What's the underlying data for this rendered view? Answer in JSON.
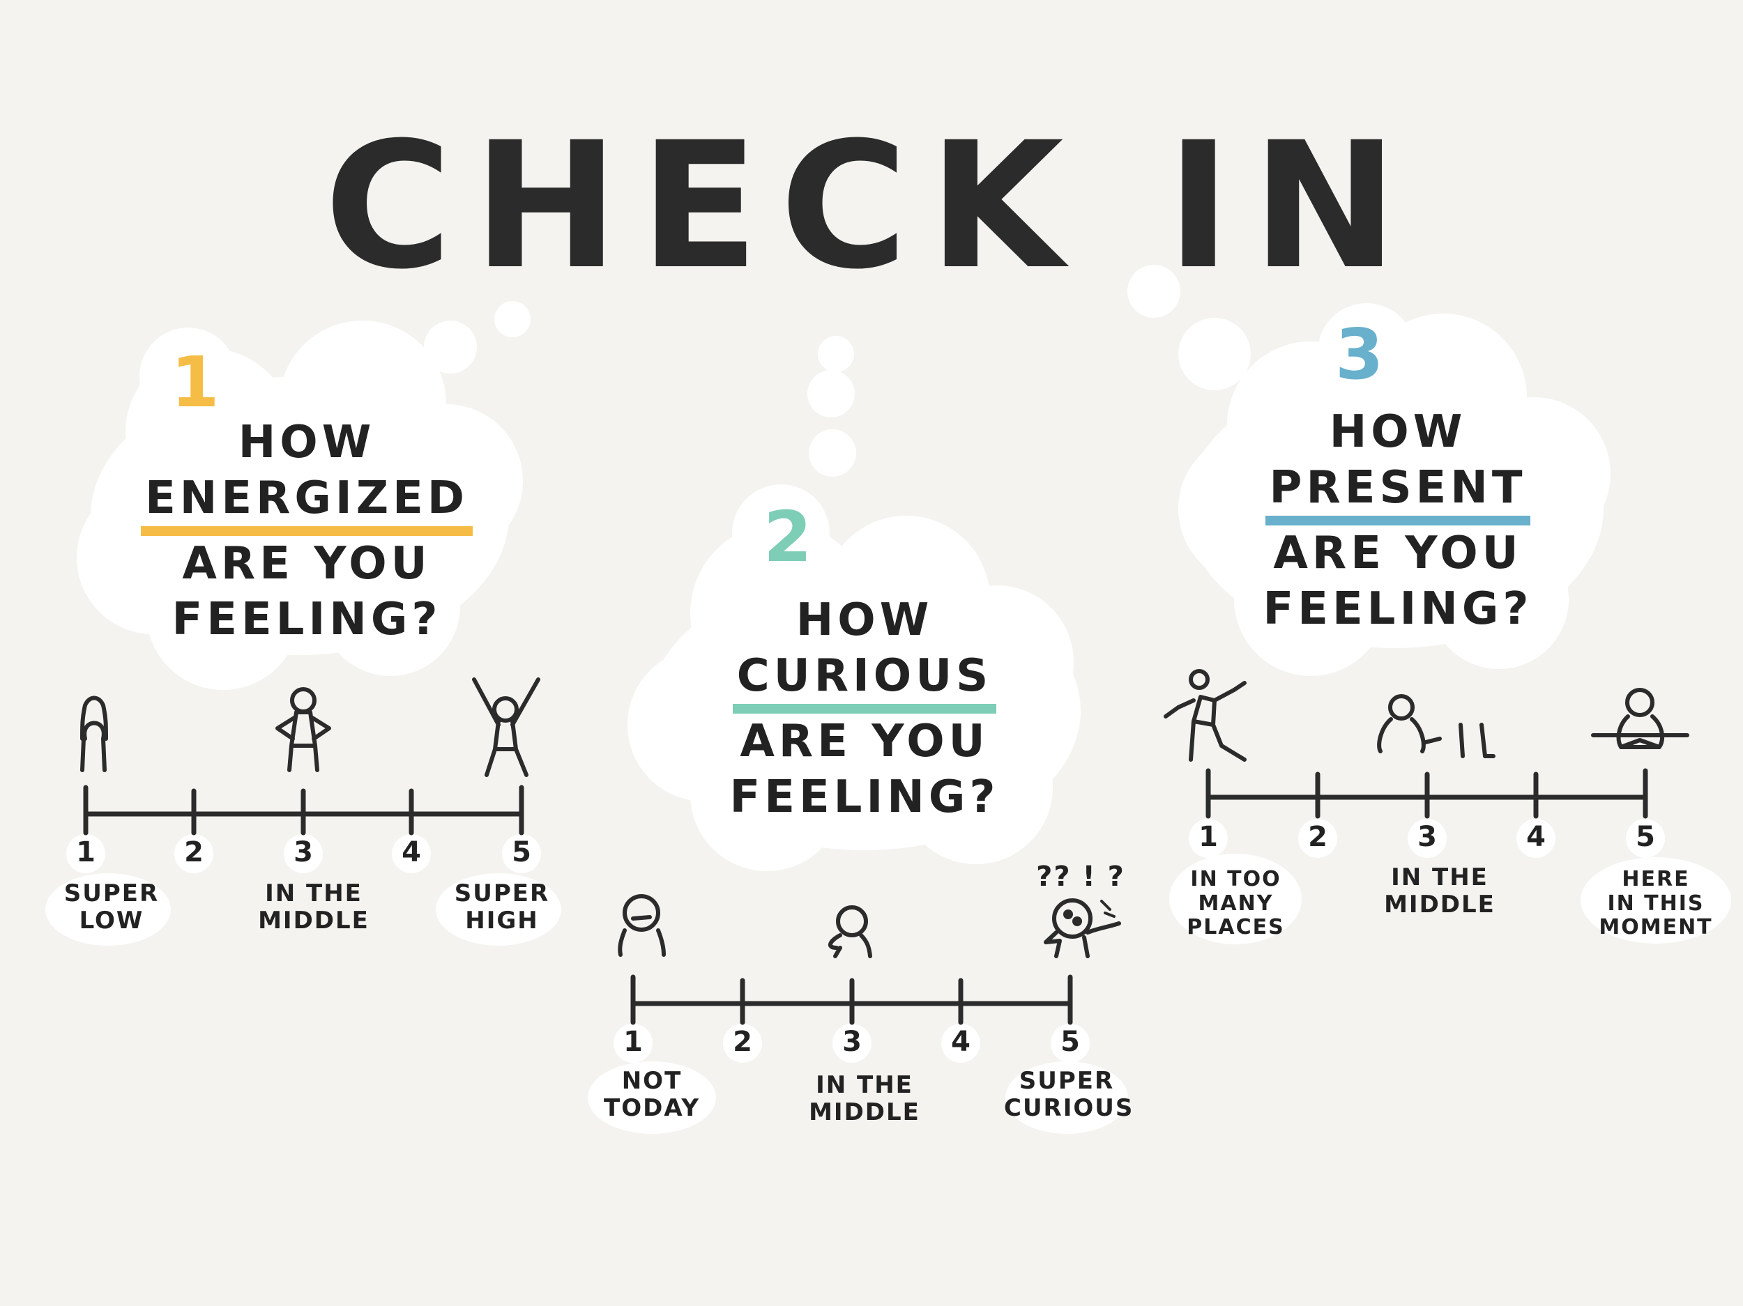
{
  "title": "CHECK IN",
  "colors": {
    "ink": "#2b2b2b",
    "cloud": "#ffffff",
    "yellow": "#f5bd45",
    "teal": "#7dcdb7",
    "blue": "#68b0cc"
  },
  "questions": [
    {
      "number": "1",
      "line1": "HOW",
      "keyword": "ENERGIZED",
      "line3": "ARE YOU",
      "line4": "FEELING?",
      "ticks": [
        "1",
        "2",
        "3",
        "4",
        "5"
      ],
      "scale_labels": {
        "low": "SUPER\nLOW",
        "mid": "IN THE\nMIDDLE",
        "high": "SUPER\nHIGH"
      }
    },
    {
      "number": "2",
      "line1": "HOW",
      "keyword": "CURIOUS",
      "line3": "ARE YOU",
      "line4": "FEELING?",
      "ticks": [
        "1",
        "2",
        "3",
        "4",
        "5"
      ],
      "scale_labels": {
        "low": "NOT\nTODAY",
        "mid": "IN THE\nMIDDLE",
        "high": "SUPER\nCURIOUS"
      },
      "doodle_text": "?? ! ?"
    },
    {
      "number": "3",
      "line1": "HOW",
      "keyword": "PRESENT",
      "line3": "ARE YOU",
      "line4": "FEELING?",
      "ticks": [
        "1",
        "2",
        "3",
        "4",
        "5"
      ],
      "scale_labels": {
        "low": "IN TOO\nMANY\nPLACES",
        "mid": "IN THE\nMIDDLE",
        "high": "HERE\nIN THIS\nMOMENT"
      }
    }
  ]
}
